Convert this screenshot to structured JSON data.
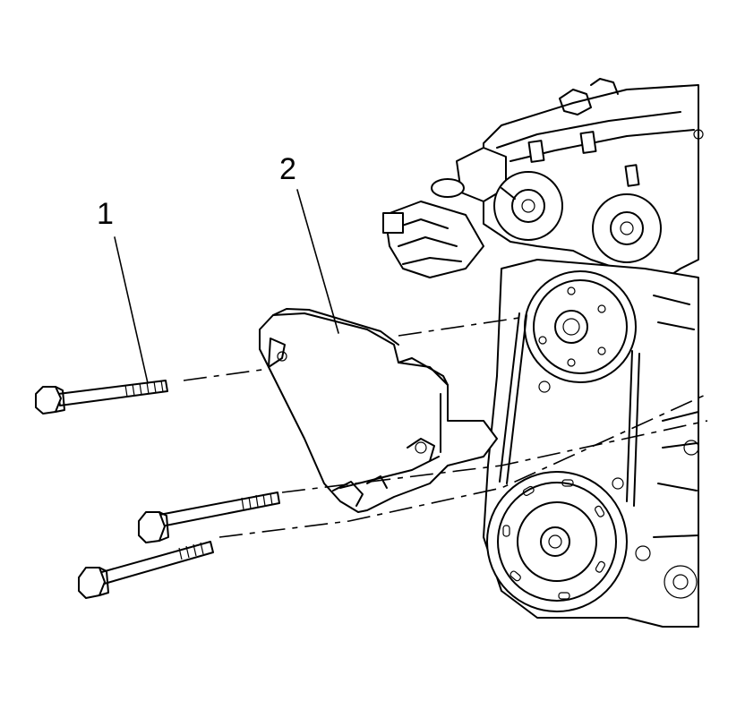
{
  "figure": {
    "callouts": [
      {
        "id": "1",
        "label": "1"
      },
      {
        "id": "2",
        "label": "2"
      }
    ],
    "parts": [
      "bolt-icon",
      "bolt-icon",
      "bolt-icon",
      "bracket-icon",
      "engine-icon",
      "pulley-icon",
      "belt-icon"
    ]
  }
}
